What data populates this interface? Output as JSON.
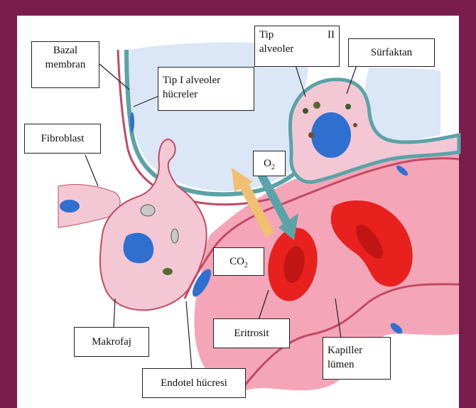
{
  "frame_color": "#7a1c4a",
  "labels": {
    "bazal": {
      "line1": "Bazal",
      "line2": "membran"
    },
    "tip1": {
      "line1": "Tip I alveoler",
      "line2": "hücreler"
    },
    "tip2": {
      "line1": "Tip II",
      "line2": "alveoler"
    },
    "surfaktan": "Sürfaktan",
    "fibroblast": "Fibroblast",
    "o2": {
      "base": "O",
      "sub": "2"
    },
    "co2": {
      "base": "CO",
      "sub": "2"
    },
    "makrofaj": "Makrofaj",
    "eritrosit": "Eritrosit",
    "kapiller": {
      "line1": "Kapiller",
      "line2": "lümen"
    },
    "endotel": "Endotel hücresi"
  },
  "icons": {
    "arrow_o2": "teal-arrow-down",
    "arrow_co2": "yellow-arrow-up"
  }
}
